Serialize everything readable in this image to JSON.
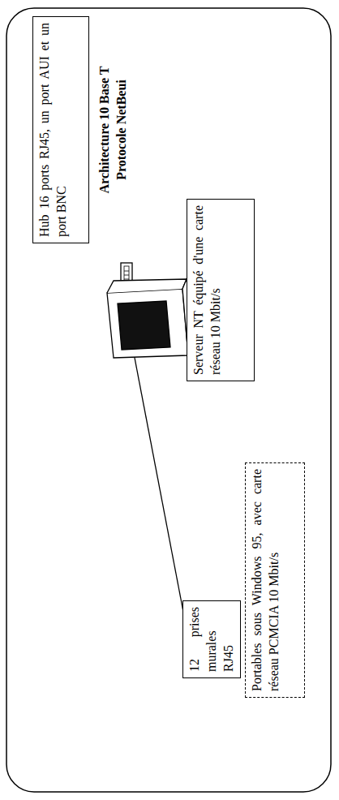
{
  "diagram": {
    "nodes": [
      {
        "text": [
          "Hub 16 ports RJ45, un port AUI et un port BNC"
        ]
      },
      {
        "text": [
          "Serveur NT équipé d'une carte réseau 10 Mbit/s"
        ]
      },
      {
        "text": [
          "12 prises murales RJ45"
        ]
      },
      {
        "text": [
          "Portables sous Windows 95, avec carte réseau PCMCIA 10 Mbit/s"
        ]
      }
    ],
    "labels": [
      "Architecture 10 Base T",
      "Protocole NetBeui"
    ]
  }
}
